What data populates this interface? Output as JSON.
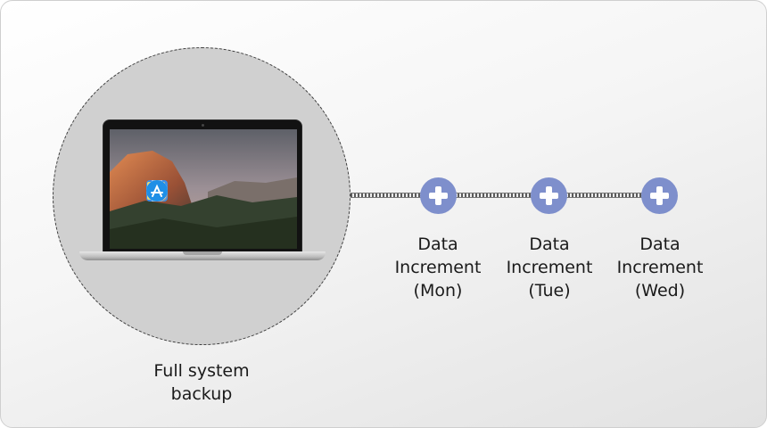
{
  "full_backup": {
    "line1": "Full system",
    "line2": "backup"
  },
  "increments": [
    {
      "line1": "Data",
      "line2": "Increment",
      "line3": "(Mon)"
    },
    {
      "line1": "Data",
      "line2": "Increment",
      "line3": "(Tue)"
    },
    {
      "line1": "Data",
      "line2": "Increment",
      "line3": "(Wed)"
    }
  ],
  "colors": {
    "node": "#7e8fcc",
    "circle": "#d0d0d0"
  },
  "icons": [
    "finder-icon",
    "preview-icon",
    "safari-icon",
    "app-store-icon"
  ]
}
